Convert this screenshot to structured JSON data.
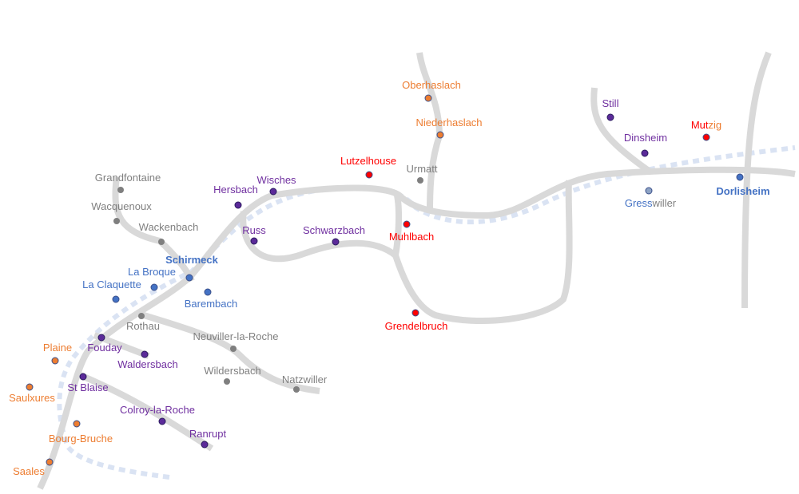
{
  "colors": {
    "gray": "#808080",
    "purple": "#7030a0",
    "orange": "#ed7d31",
    "red": "#ff0000",
    "blue": "#4472c4",
    "road": "#d9d9d9",
    "rail": "#dae3f3"
  },
  "dot_colors": {
    "gray": "#7f7f7f",
    "purple": "#5b2a99",
    "orange": "#ed7d31",
    "red": "#ff0000",
    "blue": "#4472c4",
    "gray-blue": "#8ea3c4"
  },
  "places": [
    {
      "name": "Oberhaslach",
      "category": "orange"
    },
    {
      "name": "Niederhaslach",
      "category": "orange"
    },
    {
      "name": "Urmatt",
      "category": "gray"
    },
    {
      "name": "Lutzelhouse",
      "category": "red"
    },
    {
      "name": "Muhlbach",
      "category": "red"
    },
    {
      "name": "Grendelbruch",
      "category": "red"
    },
    {
      "name": "Still",
      "category": "purple"
    },
    {
      "name": "Dinsheim",
      "category": "purple"
    },
    {
      "name": "Mutzig",
      "category": "red",
      "parts": [
        {
          "text": "Mut",
          "category": "red"
        },
        {
          "text": "zig",
          "category": "orange"
        }
      ]
    },
    {
      "name": "Gresswiller",
      "category": "gray-blue",
      "parts": [
        {
          "text": "Gress",
          "category": "blue"
        },
        {
          "text": "willer",
          "category": "gray"
        }
      ]
    },
    {
      "name": "Dorlisheim",
      "category": "blue",
      "bold": true
    },
    {
      "name": "Grandfontaine",
      "category": "gray"
    },
    {
      "name": "Wacquenoux",
      "category": "gray"
    },
    {
      "name": "Wackenbach",
      "category": "gray"
    },
    {
      "name": "Schirmeck",
      "category": "blue",
      "bold": true
    },
    {
      "name": "La Broque",
      "category": "blue"
    },
    {
      "name": "La Claquette",
      "category": "blue"
    },
    {
      "name": "Barembach",
      "category": "blue"
    },
    {
      "name": "Rothau",
      "category": "gray"
    },
    {
      "name": "Hersbach",
      "category": "purple"
    },
    {
      "name": "Wisches",
      "category": "purple"
    },
    {
      "name": "Russ",
      "category": "purple"
    },
    {
      "name": "Schwarzbach",
      "category": "purple"
    },
    {
      "name": "Neuviller-la-Roche",
      "category": "gray"
    },
    {
      "name": "Natzwiller",
      "category": "gray"
    },
    {
      "name": "Wildersbach",
      "category": "gray"
    },
    {
      "name": "Fouday",
      "category": "purple"
    },
    {
      "name": "Waldersbach",
      "category": "purple"
    },
    {
      "name": "Plaine",
      "category": "orange"
    },
    {
      "name": "Saulxures",
      "category": "orange"
    },
    {
      "name": "St Blaise",
      "category": "purple"
    },
    {
      "name": "Colroy-la-Roche",
      "category": "purple"
    },
    {
      "name": "Ranrupt",
      "category": "purple"
    },
    {
      "name": "Bourg-Bruche",
      "category": "orange"
    },
    {
      "name": "Saales",
      "category": "orange"
    }
  ]
}
